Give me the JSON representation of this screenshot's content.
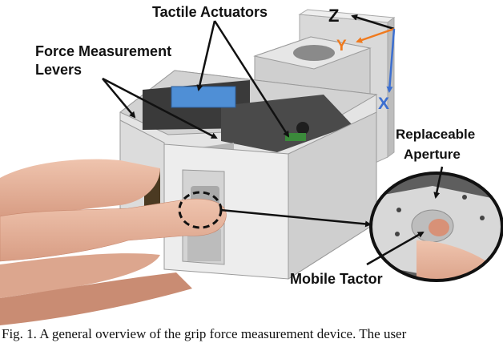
{
  "figure": {
    "labels": {
      "tactile_actuators": "Tactile Actuators",
      "force_measurement_line1": "Force Measurement",
      "force_measurement_line2": "Levers",
      "replaceable_line1": "Replaceable",
      "replaceable_line2": "Aperture",
      "mobile_tactor": "Mobile Tactor"
    },
    "axes": {
      "z": "Z",
      "y": "Y",
      "x": "X"
    },
    "colors": {
      "y_axis": "#f07a1e",
      "x_axis": "#3c6fd0",
      "z_axis": "#111111",
      "actuator_blue": "#4f8fd6"
    }
  },
  "caption": "Fig. 1. A general overview of the grip force measurement device. The user"
}
